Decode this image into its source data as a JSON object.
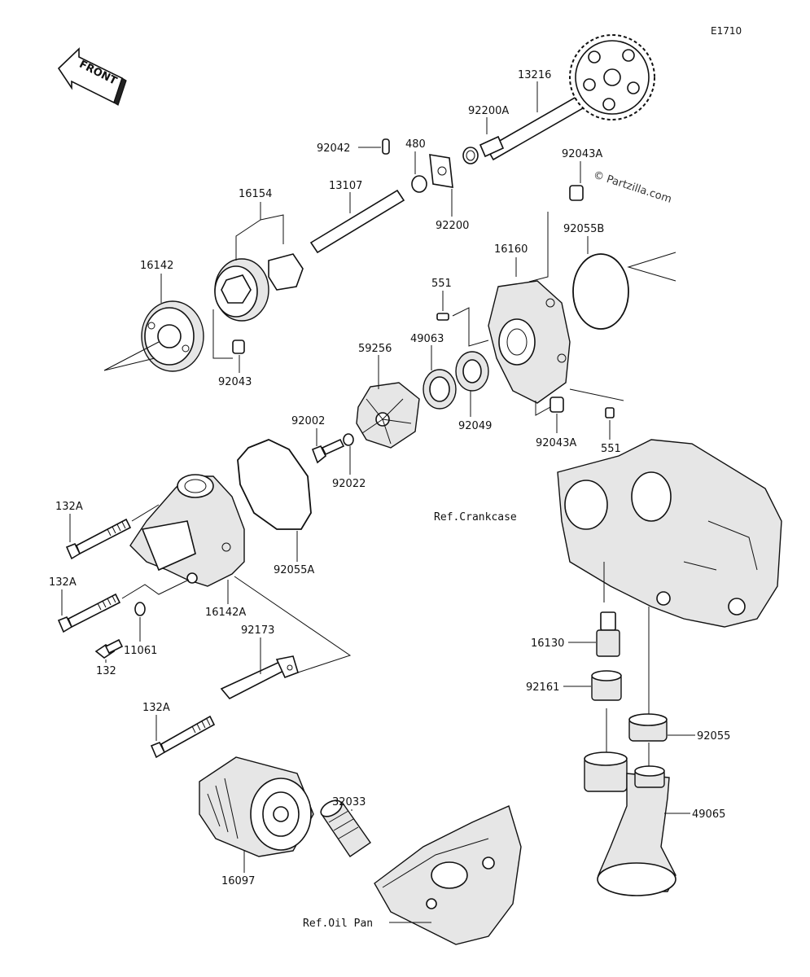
{
  "diagram_code": "E1710",
  "front_label": "FRONT",
  "watermark": "© Partzilla.com",
  "ref_labels": {
    "crankcase": "Ref.Crankcase",
    "oil_pan": "Ref.Oil Pan"
  },
  "part_labels": {
    "p13216": "13216",
    "p92200A": "92200A",
    "p92042": "92042",
    "p480": "480",
    "p92200": "92200",
    "p13107": "13107",
    "p16154": "16154",
    "p92043A_top": "92043A",
    "p92055B": "92055B",
    "p16160": "16160",
    "p551_top": "551",
    "p16142": "16142",
    "p92043": "92043",
    "p49063": "49063",
    "p59256": "59256",
    "p92049": "92049",
    "p92043A_bottom": "92043A",
    "p551_bottom": "551",
    "p92002": "92002",
    "p92022": "92022",
    "p132A_1": "132A",
    "p92055A": "92055A",
    "p132A_2": "132A",
    "p16142A": "16142A",
    "p132": "132",
    "p11061": "11061",
    "p92173": "92173",
    "p16130": "16130",
    "p92161": "92161",
    "p92055": "92055",
    "p132A_3": "132A",
    "p32033": "32033",
    "p49065": "49065",
    "p16097": "16097"
  }
}
